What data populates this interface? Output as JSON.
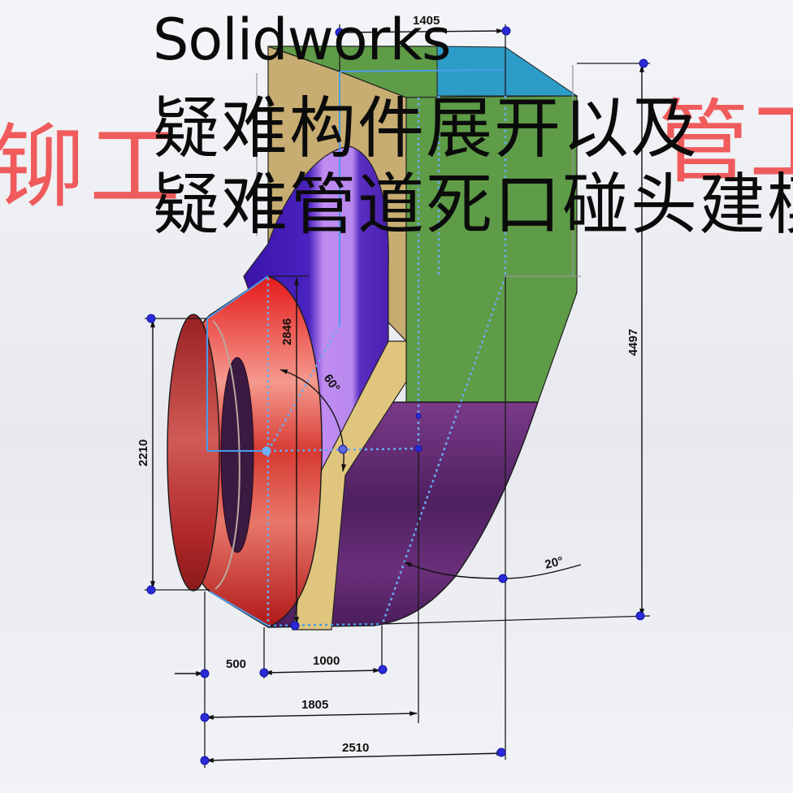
{
  "titles": {
    "english": "Solidworks",
    "chinese_line1": "疑难构件展开以及",
    "chinese_line2": "疑难管道死口碰头建模"
  },
  "watermarks": {
    "left": "铆工",
    "right": "管工"
  },
  "dimensions": {
    "top_width": "1405",
    "total_height": "4497",
    "outlet_height": "2210",
    "inlet_height": "2846",
    "angle_inner": "60°",
    "angle_bottom": "20°",
    "bottom_500": "500",
    "bottom_1000": "1000",
    "bottom_1805": "1805",
    "bottom_2510": "2510"
  },
  "colors": {
    "tan_face": "#c8ad72",
    "green_face": "#5e9c47",
    "blue_top": "#2e9cc8",
    "indigo_surface": "#4a1fb8",
    "lilac_surface": "#c28ff0",
    "red_ring": "#d42424",
    "purple_body": "#5e2a6e",
    "sketch_blue": "#4a9bea",
    "point_blue": "#2a2ad8",
    "watermark_red": "#f05454"
  }
}
